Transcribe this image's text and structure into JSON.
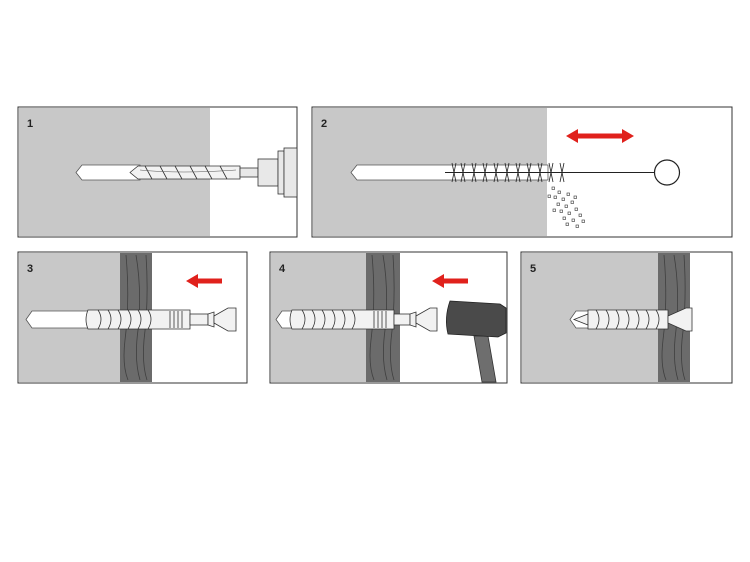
{
  "steps": [
    {
      "number": "1"
    },
    {
      "number": "2"
    },
    {
      "number": "3"
    },
    {
      "number": "4"
    },
    {
      "number": "5"
    }
  ],
  "colors": {
    "wall": "#c8c8c8",
    "panel_bg": "#ffffff",
    "outline": "#333333",
    "arrow": "#e0211c",
    "wood": "#6b6b6b",
    "hammer_head": "#4a4a4a",
    "hammer_handle": "#6e6e6e"
  },
  "icons": [
    "drill-bit-icon",
    "brush-icon",
    "double-arrow-icon",
    "left-arrow-icon",
    "dowel-icon",
    "hammer-icon",
    "screw-icon"
  ]
}
